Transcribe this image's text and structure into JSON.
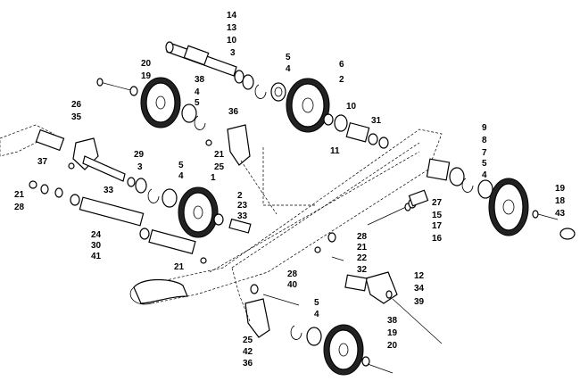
{
  "callouts": [
    "14",
    "13",
    "10",
    "3",
    "5",
    "4",
    "6",
    "2",
    "20",
    "19",
    "38",
    "4",
    "5",
    "36",
    "10",
    "31",
    "11",
    "26",
    "35",
    "9",
    "8",
    "7",
    "5",
    "4",
    "21",
    "25",
    "29",
    "3",
    "5",
    "4",
    "37",
    "33",
    "1",
    "2",
    "23",
    "33",
    "21",
    "28",
    "24",
    "30",
    "41",
    "27",
    "15",
    "17",
    "16",
    "19",
    "18",
    "43",
    "28",
    "21",
    "22",
    "21",
    "32",
    "28",
    "40",
    "12",
    "34",
    "39",
    "5",
    "4",
    "25",
    "42",
    "36",
    "38",
    "19",
    "20"
  ]
}
